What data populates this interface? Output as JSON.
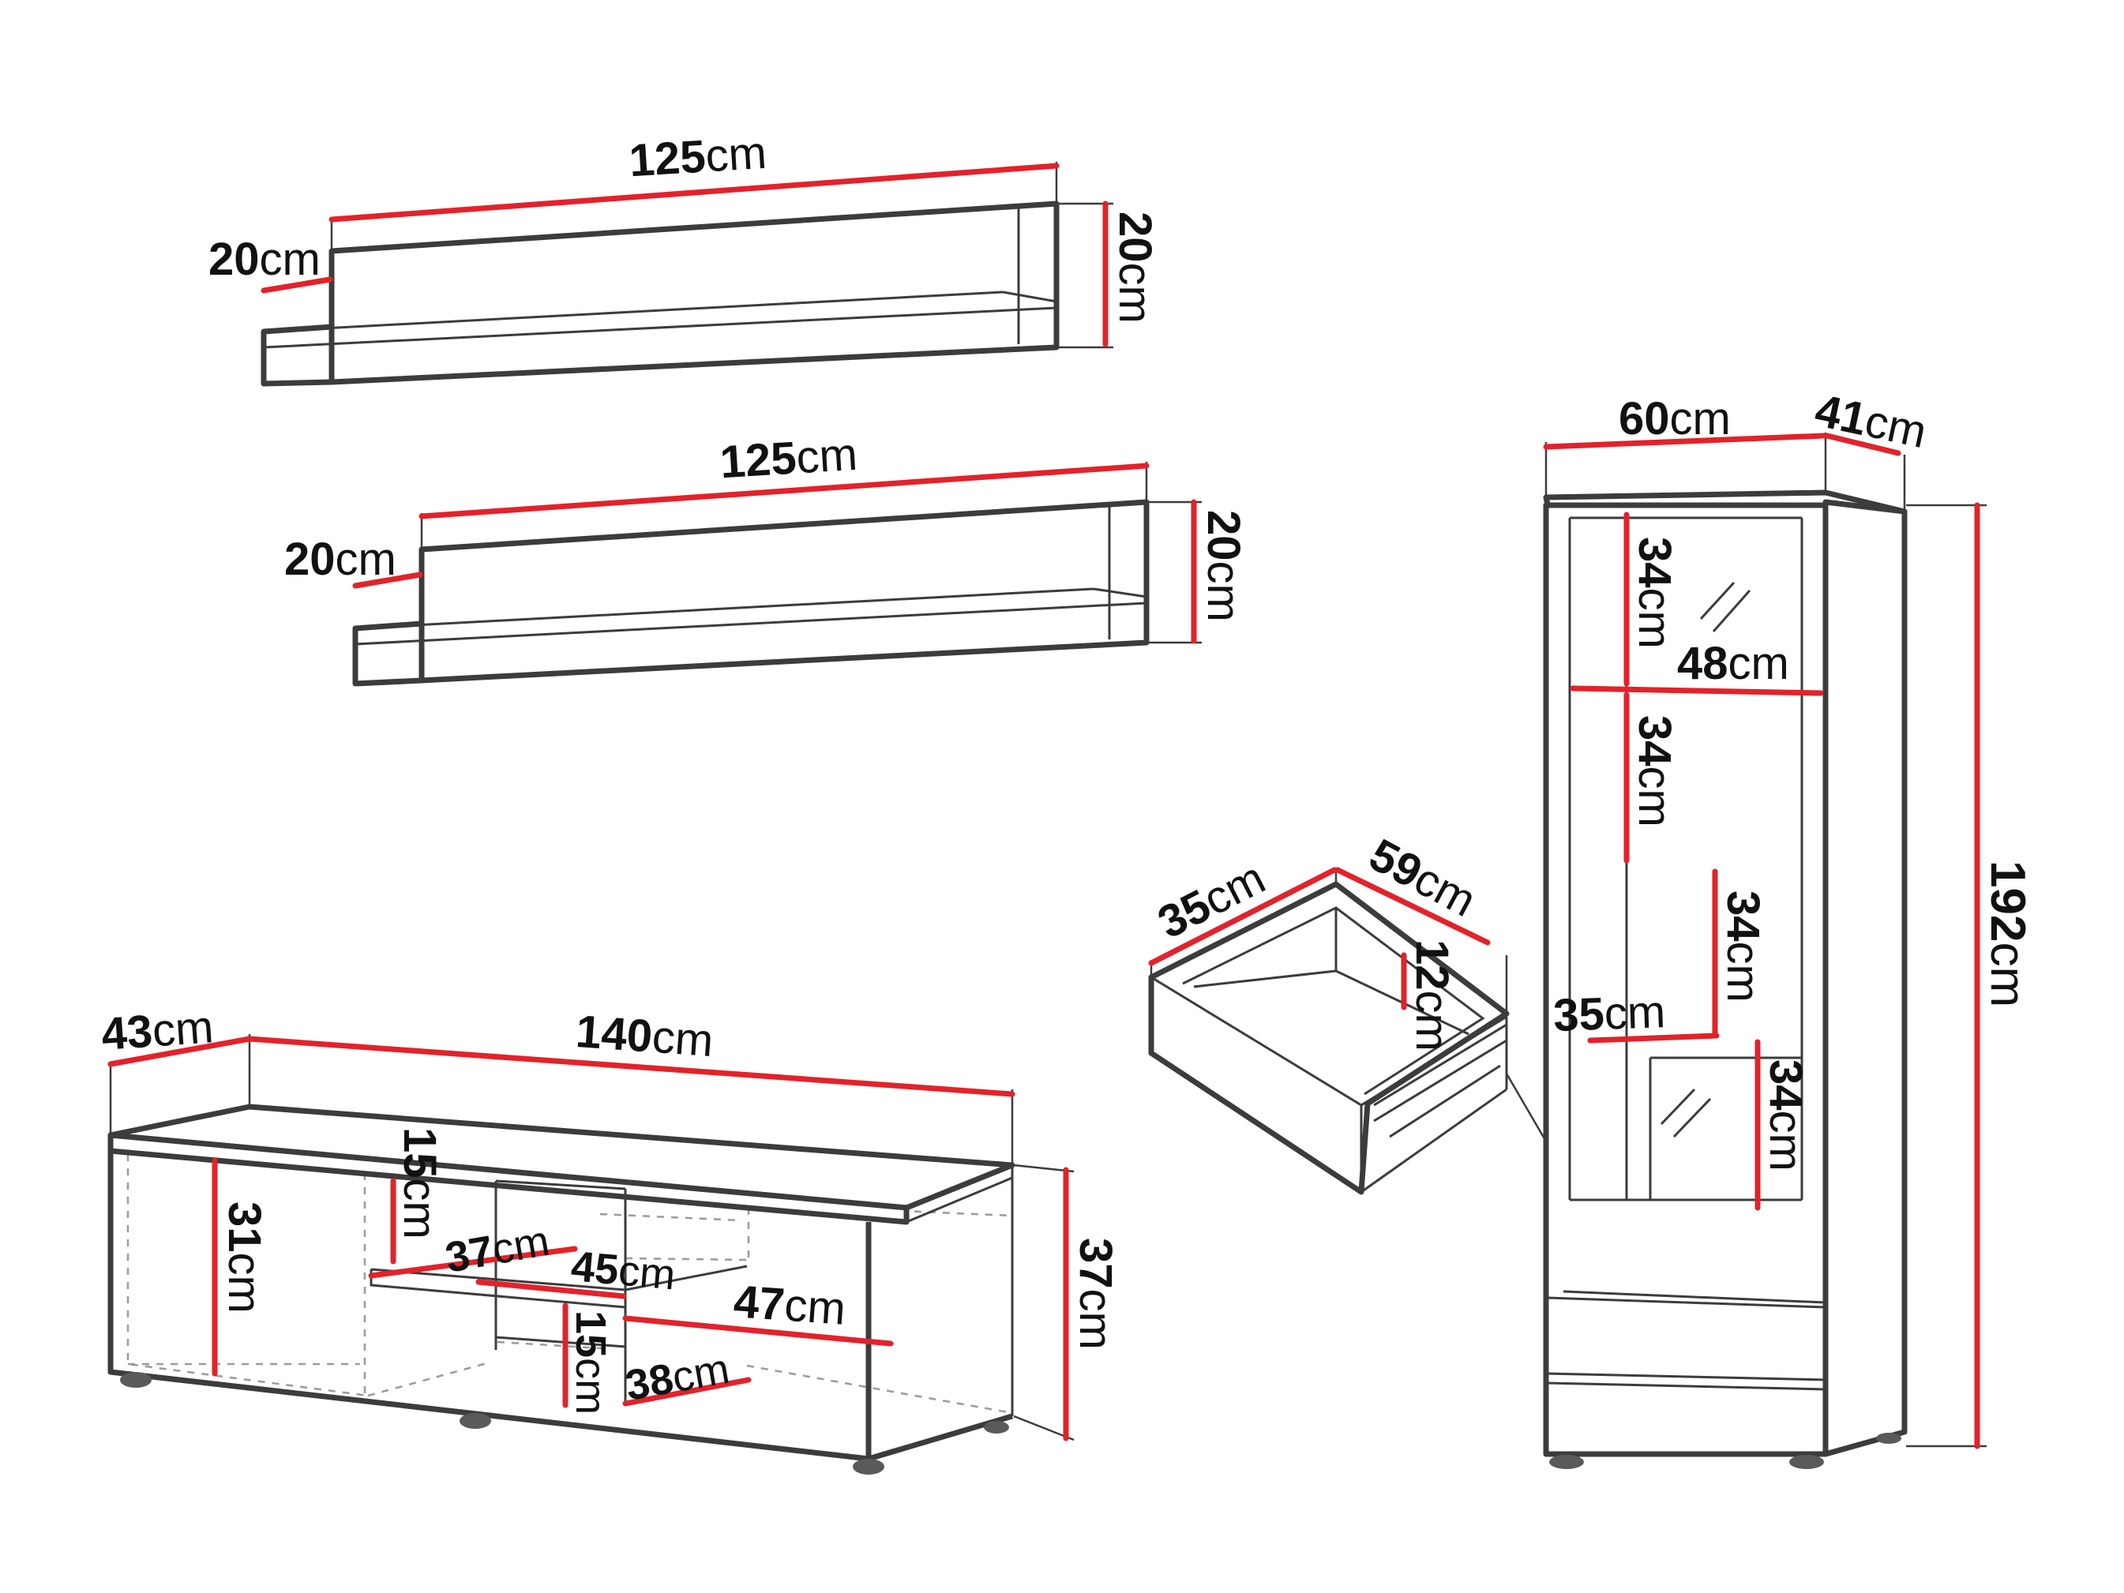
{
  "unit": "cm",
  "shelf_top": {
    "length": "125",
    "depth": "20",
    "height": "20"
  },
  "shelf_bottom": {
    "length": "125",
    "depth": "20",
    "height": "20"
  },
  "tv_unit": {
    "depth": "43",
    "length": "140",
    "height": "37",
    "left_compartment_height": "31",
    "upper_opening_height": "15",
    "upper_shelf_depth": "37",
    "upper_shelf_width": "45",
    "right_compartment_width": "47",
    "lower_opening_height": "15",
    "lower_shelf_depth": "38"
  },
  "drawer": {
    "depth": "35",
    "width": "59",
    "height": "12"
  },
  "cabinet": {
    "width": "60",
    "depth": "41",
    "height": "192",
    "shelf_gap_1": "34",
    "inner_width": "48",
    "shelf_gap_2": "34",
    "shelf_gap_3": "34",
    "inner_depth": "35",
    "shelf_gap_4": "34"
  }
}
